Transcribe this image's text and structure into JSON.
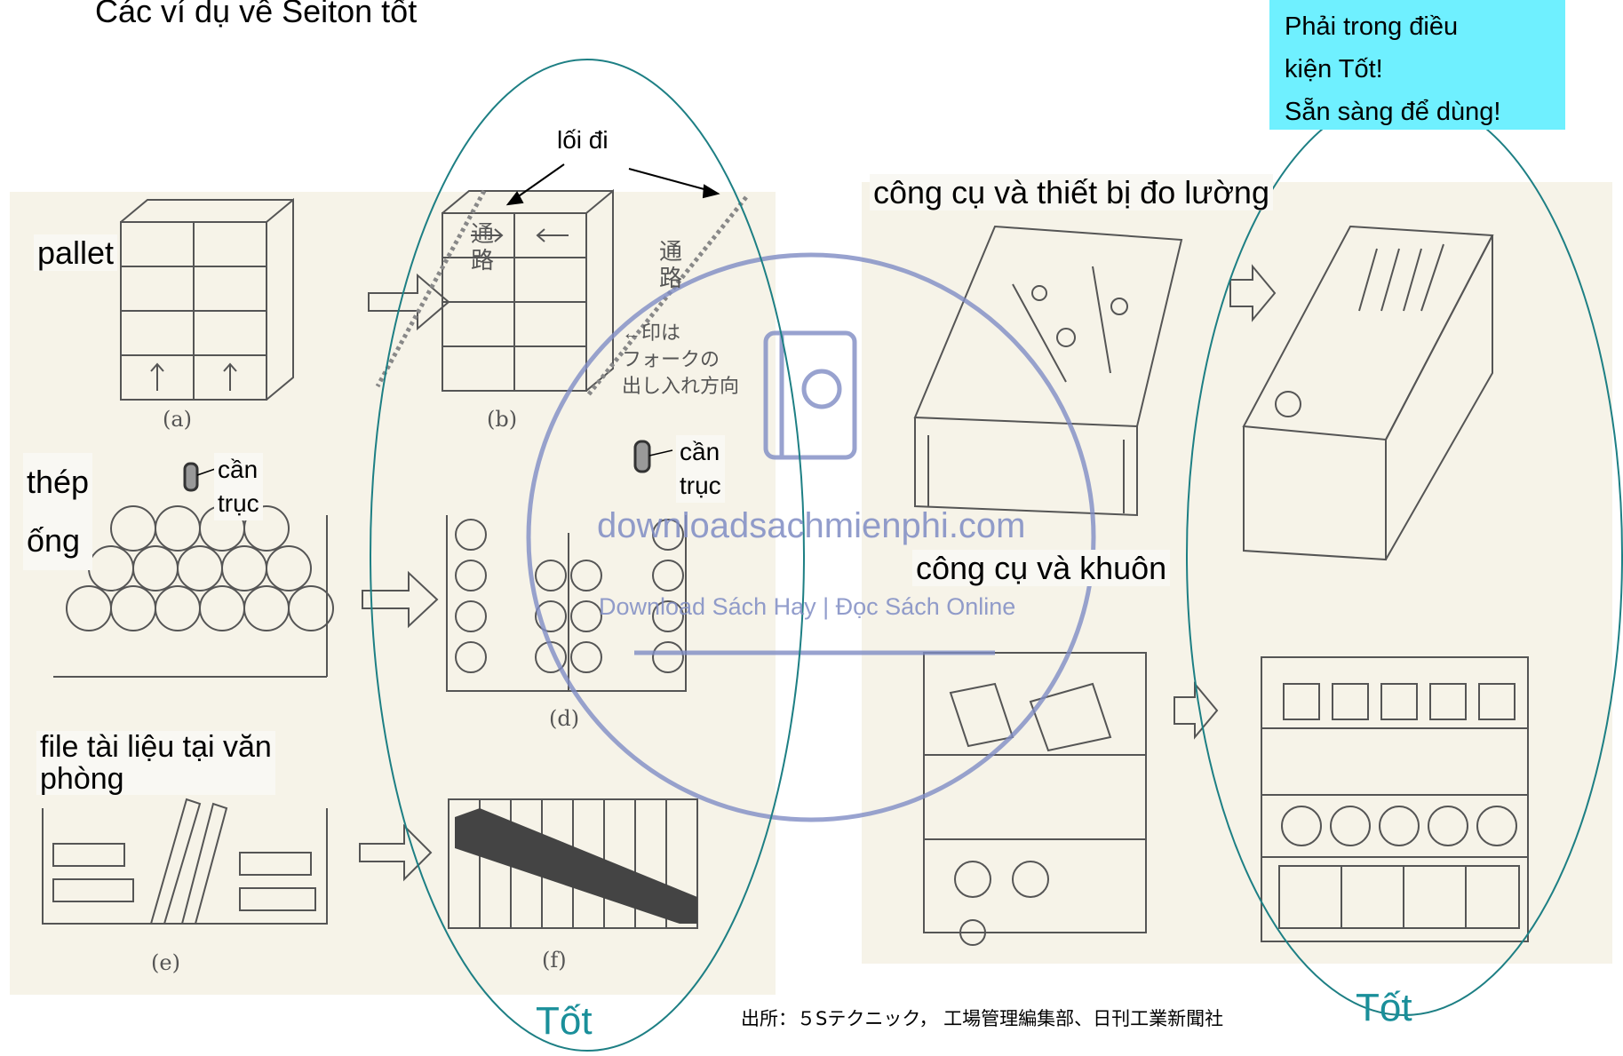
{
  "title": "Các ví dụ về Seiton tốt",
  "note_lines": [
    "Phải trong điều",
    "kiện Tốt!",
    "Sẵn sàng để dùng!"
  ],
  "labels": {
    "aisle": "lối đi",
    "measuring": "công cụ và thiết bị đo lường",
    "pallet": "pallet",
    "steel_line1": "thép",
    "steel_line2": "ống",
    "crane_left_line1": "cần",
    "crane_left_line2": "trục",
    "crane_right_line1": "cần",
    "crane_right_line2": "trục",
    "tools_molds": "công cụ và khuôn",
    "files_line1": "file tài liệu tại văn",
    "files_line2": "phòng"
  },
  "figure_letters": [
    "(a)",
    "(b)",
    "(d)",
    "(e)",
    "(f)"
  ],
  "japanese_aisle_marks": [
    "通路",
    "通路"
  ],
  "japanese_note": [
    "←印は",
    "フォークの",
    "出し入れ方向"
  ],
  "good_left": "Tốt",
  "good_right": "Tốt",
  "source_text": "出所：５Sテクニック， 工場管理編集部、日刊工業新聞社",
  "watermark": {
    "domain": "downloadsachmienphi.com",
    "tagline": "Download Sách Hay | Đọc Sách Online"
  },
  "colors": {
    "ellipse": "#1d7f84",
    "note_bg": "#6ff0ff",
    "good_text": "#1a8f9a",
    "watermark": "#7f8cc4",
    "panel": "#f6f3e8"
  }
}
